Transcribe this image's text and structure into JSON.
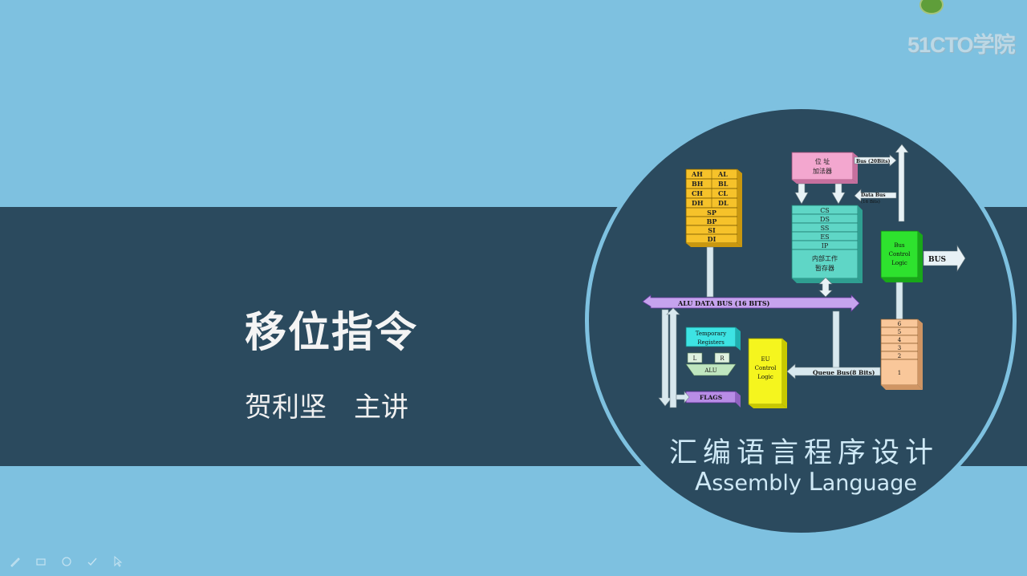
{
  "slide": {
    "title": "移位指令",
    "presenter": "贺利坚",
    "presenter_role": "主讲",
    "course_cn": "汇编语言程序设计",
    "course_en_a_cap": "A",
    "course_en_a_rest": "ssembly ",
    "course_en_l_cap": "L",
    "course_en_l_rest": "anguage"
  },
  "watermark": {
    "logo_text": "51CTO学院"
  },
  "diagram": {
    "registers": [
      [
        "AH",
        "AL"
      ],
      [
        "BH",
        "BL"
      ],
      [
        "CH",
        "CL"
      ],
      [
        "DH",
        "DL"
      ]
    ],
    "registers16": [
      "SP",
      "BP",
      "SI",
      "DI"
    ],
    "address_adder": [
      "位  址",
      "加法器"
    ],
    "bus_20": "Bus (20Bits)",
    "data_bus": [
      "Data Bus",
      "(16 Bits)"
    ],
    "segment_regs": [
      "CS",
      "DS",
      "SS",
      "ES",
      "IP"
    ],
    "internal_regs": [
      "内部工作",
      "暂存器"
    ],
    "bus_control": [
      "Bus",
      "Control",
      "Logic"
    ],
    "bus_label": "BUS",
    "alu_data_bus": "ALU DATA BUS (16 BITS)",
    "temp_regs": [
      "Temporary",
      "Registers"
    ],
    "alu_l": "L",
    "alu_r": "R",
    "alu": "ALU",
    "flags": "FLAGS",
    "eu_control": [
      "EU",
      "Control",
      "Logic"
    ],
    "queue_bus": "Queue  Bus(8 Bits)",
    "queue_slots": [
      "6",
      "5",
      "4",
      "3",
      "2",
      "1"
    ]
  },
  "toolbar": {
    "icons": [
      "pen-icon",
      "eraser-icon",
      "highlighter-icon",
      "check-icon",
      "pointer-icon"
    ]
  },
  "colors": {
    "background": "#7ec1e0",
    "band": "#2b4a5e",
    "register_orange": "#f6c22a",
    "adder_pink": "#f3a7cf",
    "segment_teal": "#5fd6c6",
    "bus_green": "#2ee22e",
    "alu_purple": "#b88de6",
    "temp_cyan": "#3de3e3",
    "eu_yellow": "#f5f51e",
    "queue_peach": "#f9c79a"
  }
}
